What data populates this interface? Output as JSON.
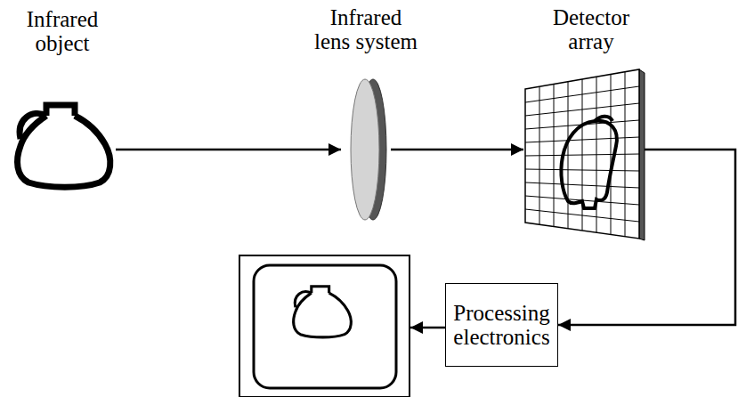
{
  "diagram": {
    "nodes": [
      {
        "text": [
          "Infrared object"
        ]
      },
      {
        "text": [
          "Infrared lens system"
        ]
      },
      {
        "text": [
          "Detector array"
        ]
      },
      {
        "text": [
          "Processing electronics"
        ]
      }
    ],
    "edges": [
      {
        "from": 0,
        "to": 1,
        "arrow": "to"
      },
      {
        "from": 1,
        "to": 2,
        "arrow": "to"
      },
      {
        "from": 2,
        "to": 3,
        "arrow": "to"
      }
    ]
  }
}
